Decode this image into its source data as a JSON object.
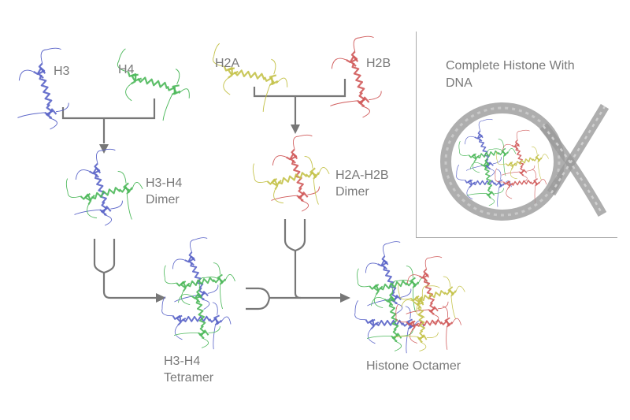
{
  "colors": {
    "H3": "#5a64c8",
    "H4": "#4cb85a",
    "H2A": "#c4c24a",
    "H2B": "#d05a5a",
    "arrow": "#777777",
    "dna": "#9a9a9a",
    "text": "#7a7a7a"
  },
  "labels": {
    "h3": "H3",
    "h4": "H4",
    "h2a": "H2A",
    "h2b": "H2B",
    "h3h4_dimer": [
      "H3-H4",
      "Dimer"
    ],
    "h2ah2b_dimer": [
      "H2A-H2B",
      "Dimer"
    ],
    "h3h4_tetramer": [
      "H3-H4",
      "Tetramer"
    ],
    "octamer": "Histone Octamer",
    "complete": [
      "Complete Histone With",
      "DNA"
    ]
  }
}
